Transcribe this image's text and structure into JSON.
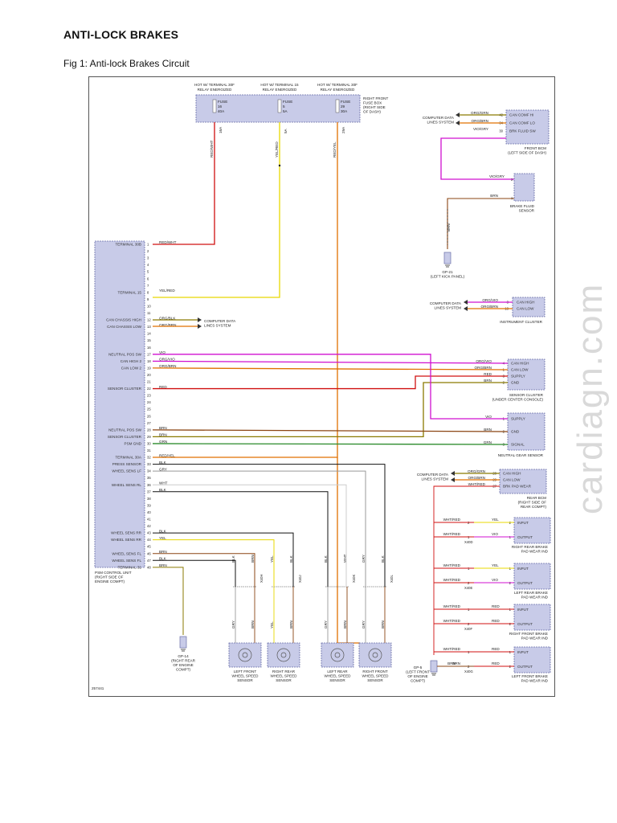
{
  "header": {
    "title": "ANTI-LOCK BRAKES",
    "caption": "Fig 1: Anti-lock Brakes Circuit"
  },
  "watermark": "cardiagn.com",
  "fuse_box": {
    "label": "RIGHT FRONT FUSE BOX (RIGHT SIDE OF DASH)",
    "label_lines": [
      "RIGHT FRONT",
      "FUSE BOX",
      "(RIGHT SIDE",
      "OF DASH)"
    ],
    "feeds": [
      {
        "l1": "HOT W/ TERMINAL 30F",
        "l2": "RELAY ENERGIZED",
        "fuse": "FUSE",
        "num": "16",
        "amp": "40A",
        "pin": "16A"
      },
      {
        "l1": "HOT W/ TERMINAL 15",
        "l2": "RELAY ENERGIZED",
        "fuse": "FUSE",
        "num": "5",
        "amp": "5A",
        "pin": "5A"
      },
      {
        "l1": "HOT W/ TERMINAL 30F",
        "l2": "RELAY ENERGIZED",
        "fuse": "FUSE",
        "num": "29",
        "amp": "30A",
        "pin": "29A"
      }
    ],
    "wires": [
      "RED/WHT",
      "YEL/RED",
      "RED/YEL"
    ]
  },
  "psm": {
    "label_lines": [
      "PSM CONTROL UNIT",
      "(RIGHT SIDE OF",
      "ENGINE COMPT)"
    ],
    "pins": [
      {
        "n": "1",
        "name": "TERMINAL 30B",
        "wire": "RED/WHT"
      },
      {
        "n": "2",
        "name": "",
        "wire": ""
      },
      {
        "n": "3",
        "name": "",
        "wire": ""
      },
      {
        "n": "4",
        "name": "",
        "wire": ""
      },
      {
        "n": "5",
        "name": "",
        "wire": ""
      },
      {
        "n": "6",
        "name": "",
        "wire": ""
      },
      {
        "n": "7",
        "name": "",
        "wire": ""
      },
      {
        "n": "8",
        "name": "TERMINAL 15",
        "wire": "YEL/RED"
      },
      {
        "n": "9",
        "name": "",
        "wire": ""
      },
      {
        "n": "10",
        "name": "",
        "wire": ""
      },
      {
        "n": "11",
        "name": "",
        "wire": ""
      },
      {
        "n": "12",
        "name": "CAN CHASSIS HIGH",
        "wire": "ORG/BLK"
      },
      {
        "n": "13",
        "name": "CAN CHASSIS LOW",
        "wire": "ORG/BRN"
      },
      {
        "n": "14",
        "name": "",
        "wire": ""
      },
      {
        "n": "15",
        "name": "",
        "wire": ""
      },
      {
        "n": "16",
        "name": "",
        "wire": ""
      },
      {
        "n": "17",
        "name": "NEUTRAL POS SW",
        "wire": "VIO"
      },
      {
        "n": "18",
        "name": "CAN HIGH 2",
        "wire": "ORG/VIO"
      },
      {
        "n": "19",
        "name": "CAN LOW 2",
        "wire": "ORG/BRN"
      },
      {
        "n": "20",
        "name": "",
        "wire": ""
      },
      {
        "n": "21",
        "name": "",
        "wire": ""
      },
      {
        "n": "22",
        "name": "SENSOR CLUSTER",
        "wire": "RED"
      },
      {
        "n": "23",
        "name": "",
        "wire": ""
      },
      {
        "n": "24",
        "name": "",
        "wire": ""
      },
      {
        "n": "25",
        "name": "",
        "wire": ""
      },
      {
        "n": "26",
        "name": "",
        "wire": ""
      },
      {
        "n": "27",
        "name": "",
        "wire": ""
      },
      {
        "n": "28",
        "name": "NEUTRAL POS SW",
        "wire": "BRN"
      },
      {
        "n": "29",
        "name": "SENSOR CLUSTER",
        "wire": "BRN"
      },
      {
        "n": "30",
        "name": "PSM GND",
        "wire": "GRN"
      },
      {
        "n": "31",
        "name": "",
        "wire": ""
      },
      {
        "n": "32",
        "name": "TERMINAL 30A",
        "wire": "RED/YEL"
      },
      {
        "n": "33",
        "name": "PRESS SENSOR",
        "wire": "BLK"
      },
      {
        "n": "34",
        "name": "WHEEL SENS LF",
        "wire": "GRY"
      },
      {
        "n": "35",
        "name": "",
        "wire": ""
      },
      {
        "n": "36",
        "name": "WHEEL SENS RL",
        "wire": "WHT"
      },
      {
        "n": "37",
        "name": "",
        "wire": "BLK"
      },
      {
        "n": "38",
        "name": "",
        "wire": ""
      },
      {
        "n": "39",
        "name": "",
        "wire": ""
      },
      {
        "n": "40",
        "name": "",
        "wire": ""
      },
      {
        "n": "41",
        "name": "",
        "wire": ""
      },
      {
        "n": "42",
        "name": "",
        "wire": ""
      },
      {
        "n": "43",
        "name": "WHEEL SENS RR",
        "wire": "BLK"
      },
      {
        "n": "44",
        "name": "WHEEL SENS RR",
        "wire": "YEL"
      },
      {
        "n": "45",
        "name": "",
        "wire": ""
      },
      {
        "n": "46",
        "name": "WHEEL SENS FL",
        "wire": "BRN"
      },
      {
        "n": "47",
        "name": "WHEEL SENS FL",
        "wire": "BLK"
      },
      {
        "n": "48",
        "name": "TERMINAL 31",
        "wire": "BRN"
      }
    ],
    "can_out_label": [
      "COMPUTER DATA",
      "LINES SYSTEM"
    ]
  },
  "front_bcm": {
    "label_lines": [
      "FRONT BCM",
      "(LEFT SIDE OF DASH)"
    ],
    "in_label": [
      "COMPUTER DATA",
      "LINES SYSTEM"
    ],
    "pins": [
      {
        "n": "42",
        "name": "CAN COMF HI",
        "wire": "ORG/GRN"
      },
      {
        "n": "34",
        "name": "CAN COMF LO",
        "wire": "ORG/BRN"
      },
      {
        "n": "30",
        "name": "BRK FLUID SW",
        "wire": "VIO/GRY"
      }
    ]
  },
  "brake_fluid": {
    "label_lines": [
      "BRAKE FLUID",
      "SENSOR"
    ],
    "pins": [
      {
        "n": "2",
        "wire": "VIO/GRY"
      },
      {
        "n": "1",
        "wire": "BRN"
      }
    ],
    "ground_wire": "BRN",
    "ground": {
      "id": "GP-21",
      "lines": [
        "GP-21",
        "(LEFT KICK PANEL)"
      ]
    }
  },
  "instrument_cluster": {
    "label": "INSTRUMENT CLUSTER",
    "in_label": [
      "COMPUTER DATA",
      "LINES SYSTEM"
    ],
    "pins": [
      {
        "n": "3",
        "name": "CAN HIGH",
        "wire": "ORG/VIO"
      },
      {
        "n": "18",
        "name": "CAN LOW",
        "wire": "ORG/BRN"
      }
    ]
  },
  "sensor_cluster": {
    "label_lines": [
      "SENSOR CLUSTER",
      "(UNDER CENTER CONSOLE)"
    ],
    "pins": [
      {
        "n": "4",
        "name": "CAN HIGH",
        "wire": "ORG/VIO"
      },
      {
        "n": "1",
        "name": "CAN LOW",
        "wire": "ORG/BRN"
      },
      {
        "n": "3",
        "name": "SUPPLY",
        "wire": "RED"
      },
      {
        "n": "2",
        "name": "GND",
        "wire": "BRN"
      }
    ]
  },
  "neutral_gear": {
    "label": "NEUTRAL GEAR SENSOR",
    "pins": [
      {
        "n": "1",
        "name": "SUPPLY",
        "wire": "VIO"
      },
      {
        "n": "2",
        "name": "GND",
        "wire": "BRN"
      },
      {
        "n": "3",
        "name": "SIGNAL",
        "wire": "GRN"
      }
    ]
  },
  "rear_bcm": {
    "label_lines": [
      "REAR BCM",
      "(RIGHT SIDE OF",
      "REAR COMPT)"
    ],
    "in_label": [
      "COMPUTER DATA",
      "LINES SYSTEM"
    ],
    "pins": [
      {
        "n": "20",
        "name": "CAN HIGH",
        "wire": "ORG/GRN"
      },
      {
        "n": "29",
        "name": "CAN LOW",
        "wire": "ORG/BRN"
      },
      {
        "n": "27",
        "name": "BRK PAD WEAR",
        "wire": "WHT/RED"
      }
    ]
  },
  "pad_wear": [
    {
      "label_lines": [
        "RIGHT REAR BRAKE",
        "PAD WEAR IND"
      ],
      "in_wire": "WHT/RED",
      "out_wire": "WHT/RED",
      "w1": "YEL",
      "w2": "VIO",
      "p1": "2",
      "p2": "1",
      "in": "INPUT",
      "out": "OUTPUT",
      "conn": "X40D"
    },
    {
      "label_lines": [
        "LEFT REAR BRAKE",
        "PAD WEAR IND"
      ],
      "in_wire": "WHT/RED",
      "out_wire": "WHT/RED",
      "w1": "YEL",
      "w2": "VIO",
      "p1": "1",
      "p2": "2",
      "in": "INPUT",
      "out": "OUTPUT",
      "conn": "X40E"
    },
    {
      "label_lines": [
        "RIGHT FRONT BRAKE",
        "PAD WEAR IND"
      ],
      "in_wire": "WHT/RED",
      "out_wire": "WHT/RED",
      "w1": "RED",
      "w2": "RED",
      "p1": "1",
      "p2": "2",
      "in": "INPUT",
      "out": "OUTPUT",
      "conn": "X40F"
    },
    {
      "label_lines": [
        "LEFT FRONT BRAKE",
        "PAD WEAR IND"
      ],
      "in_wire": "WHT/RED",
      "out_wire": "BRN",
      "w1": "RED",
      "w2": "RED",
      "p1": "1",
      "p2": "2",
      "in": "INPUT",
      "out": "OUTPUT",
      "conn": "X40G"
    }
  ],
  "gp5": {
    "lines": [
      "GP-5",
      "(LEFT FRONT",
      "OF ENGINE",
      "COMPT)"
    ],
    "wire": "BRN"
  },
  "gp14": {
    "lines": [
      "GP-14",
      "(RIGHT REAR",
      "OF ENGINE",
      "COMPT)"
    ]
  },
  "wheel_sensors": [
    {
      "label_lines": [
        "LEFT FRONT",
        "WHEEL SPEED",
        "SENSOR"
      ],
      "wires_top": [
        "BLK",
        "BRN"
      ],
      "wires_bot": [
        "GRY",
        "BRN"
      ],
      "conn": "X40H"
    },
    {
      "label_lines": [
        "RIGHT REAR",
        "WHEEL SPEED",
        "SENSOR"
      ],
      "wires_top": [
        "YEL",
        "BLK"
      ],
      "wires_bot": [
        "YEL",
        "BRN"
      ],
      "conn": "X40J"
    },
    {
      "label_lines": [
        "LEFT REAR",
        "WHEEL SPEED",
        "SENSOR"
      ],
      "wires_top": [
        "BLK",
        "WHT"
      ],
      "wires_bot": [
        "GRY",
        "BRN"
      ],
      "conn": "X40K"
    },
    {
      "label_lines": [
        "RIGHT FRONT",
        "WHEEL SPEED",
        "SENSOR"
      ],
      "wires_top": [
        "GRY",
        "BLK"
      ],
      "wires_bot": [
        "GRY",
        "BRN"
      ],
      "conn": "X40L"
    }
  ],
  "figure_id": "257441",
  "colors": {
    "red": "#d01010",
    "yellow": "#e8d800",
    "orange": "#e07000",
    "olive": "#8a7a00",
    "magenta": "#d010d0",
    "brown": "#8b4513",
    "green": "#2a8a2a",
    "gray": "#999999",
    "black": "#111111",
    "component_fill": "#c8cbe8",
    "component_stroke": "#6a6fa8"
  }
}
